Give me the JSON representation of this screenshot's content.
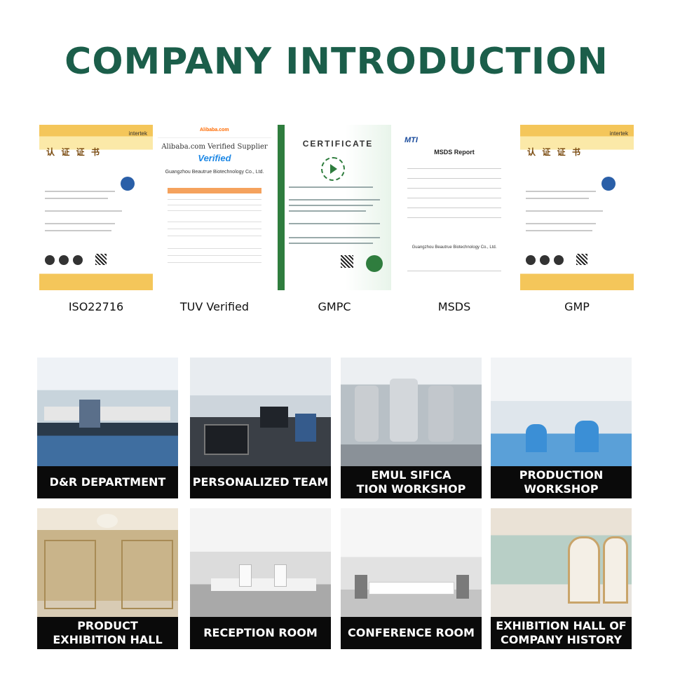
{
  "title": "COMPANY INTRODUCTION",
  "colors": {
    "title": "#1b5e4a",
    "caption_bg": "#0a0a0a",
    "caption_text": "#ffffff"
  },
  "certificates": [
    {
      "label": "ISO22716",
      "type": "intertek",
      "heading": "认 证 证 书",
      "brand": "intertek"
    },
    {
      "label": "TUV Verified",
      "type": "alibaba",
      "logo": "Alibaba.com",
      "heading": "Alibaba.com Verified Supplier",
      "verified": "Verified",
      "company": "Guangzhou Beautrue Biotechnology Co., Ltd."
    },
    {
      "label": "GMPC",
      "type": "gmpc",
      "heading": "CERTIFICATE"
    },
    {
      "label": "MSDS",
      "type": "msds",
      "logo": "MTI",
      "heading": "MSDS   Report",
      "company": "Guangzhou Beautrue Biotechnology Co., Ltd."
    },
    {
      "label": "GMP",
      "type": "intertek",
      "heading": "认 证 证 书",
      "brand": "intertek"
    }
  ],
  "photos": [
    {
      "caption": "D&R DEPARTMENT",
      "style": "lab"
    },
    {
      "caption": "PERSONALIZED TEAM",
      "style": "team"
    },
    {
      "caption": "EMUL SIFICA\nTION WORKSHOP",
      "style": "emul"
    },
    {
      "caption": "PRODUCTION\nWORKSHOP",
      "style": "prod"
    },
    {
      "caption": "PRODUCT\nEXHIBITION HALL",
      "style": "exh"
    },
    {
      "caption": "RECEPTION ROOM",
      "style": "recep"
    },
    {
      "caption": "CONFERENCE ROOM",
      "style": "conf"
    },
    {
      "caption": "EXHIBITION HALL OF\nCOMPANY HISTORY",
      "style": "hist"
    }
  ]
}
